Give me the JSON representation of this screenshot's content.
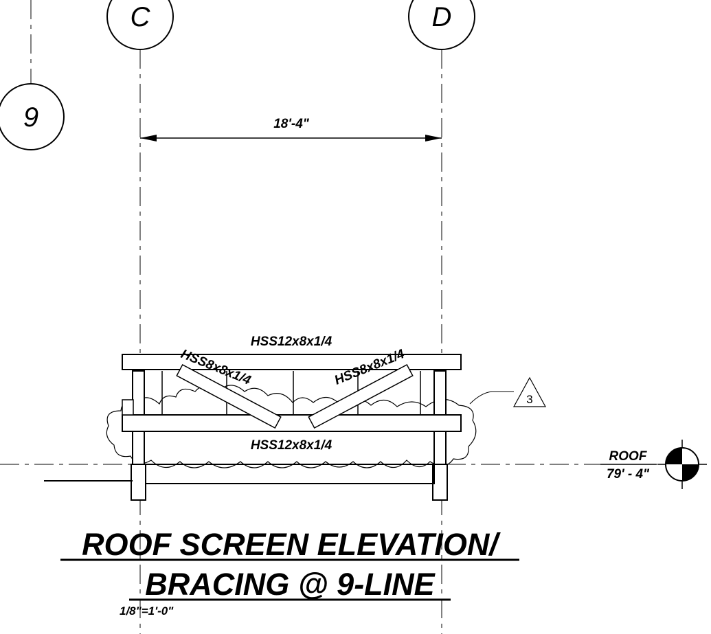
{
  "grid": {
    "col_c": "C",
    "col_d": "D",
    "row_9": "9"
  },
  "dimension": {
    "span": "18'-4\""
  },
  "members": {
    "top_beam": "HSS12x8x1/4",
    "left_brace": "HSS8x8x1/4",
    "right_brace": "HSS8x8x1/4",
    "bottom_beam": "HSS12x8x1/4"
  },
  "revision": {
    "tag": "3"
  },
  "level": {
    "name": "ROOF",
    "elevation": "79' - 4\""
  },
  "title": {
    "line1": "ROOF SCREEN ELEVATION/",
    "line2": "BRACING @ 9-LINE",
    "scale": "1/8\"=1'-0\""
  }
}
